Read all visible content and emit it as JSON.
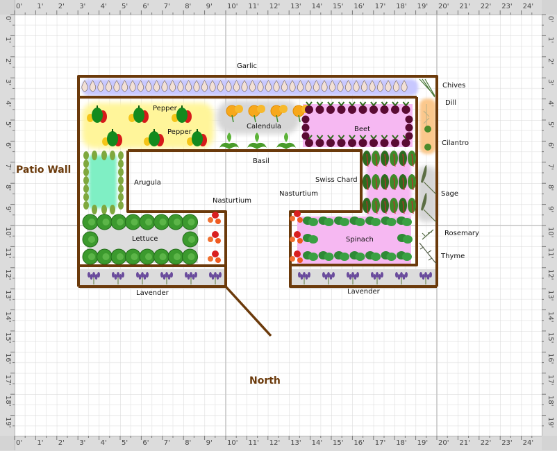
{
  "rulers": {
    "x_ticks": [
      "0'",
      "1'",
      "2'",
      "3'",
      "4'",
      "5'",
      "6'",
      "7'",
      "8'",
      "9'",
      "10'",
      "11'",
      "12'",
      "13'",
      "14'",
      "15'",
      "16'",
      "17'",
      "18'",
      "19'",
      "20'",
      "21'",
      "22'",
      "23'",
      "24'"
    ],
    "y_ticks": [
      "0'",
      "1'",
      "2'",
      "3'",
      "4'",
      "5'",
      "6'",
      "7'",
      "8'",
      "9'",
      "10'",
      "11'",
      "12'",
      "13'",
      "14'",
      "15'",
      "16'",
      "17'",
      "18'",
      "19'"
    ],
    "corner_label": "0'"
  },
  "annotations": {
    "patio_wall": "Patio Wall",
    "north": "North"
  },
  "plants": {
    "garlic": "Garlic",
    "chives": "Chives",
    "dill": "Dill",
    "cilantro": "Cilantro",
    "pepper_1": "Pepper",
    "pepper_2": "Pepper",
    "calendula": "Calendula",
    "beet": "Beet",
    "basil": "Basil",
    "arugula": "Arugula",
    "swiss_chard": "Swiss Chard",
    "sage": "Sage",
    "nasturtium_left": "Nasturtium",
    "nasturtium_right": "Nasturtium",
    "lettuce": "Lettuce",
    "spinach": "Spinach",
    "rosemary": "Rosemary",
    "thyme": "Thyme",
    "lavender_left": "Lavender",
    "lavender_right": "Lavender"
  },
  "colors": {
    "bed_border": "#6b3a0b",
    "grid_minor": "#e6e6e6",
    "grid_major": "#cfcfcf",
    "ruler_bg": "#dcdcdc",
    "pepper_fill": "#fff59a",
    "beet_fill": "#f6b8f2",
    "arugula_fill": "#7fefc4",
    "spinach_fill": "#f6b8f2",
    "chard_fill": "#f6b8f2",
    "herb_orange": "#fbc88c",
    "garlic_fill": "#c8c8ff",
    "gray_fill": "#d8d8d8"
  }
}
